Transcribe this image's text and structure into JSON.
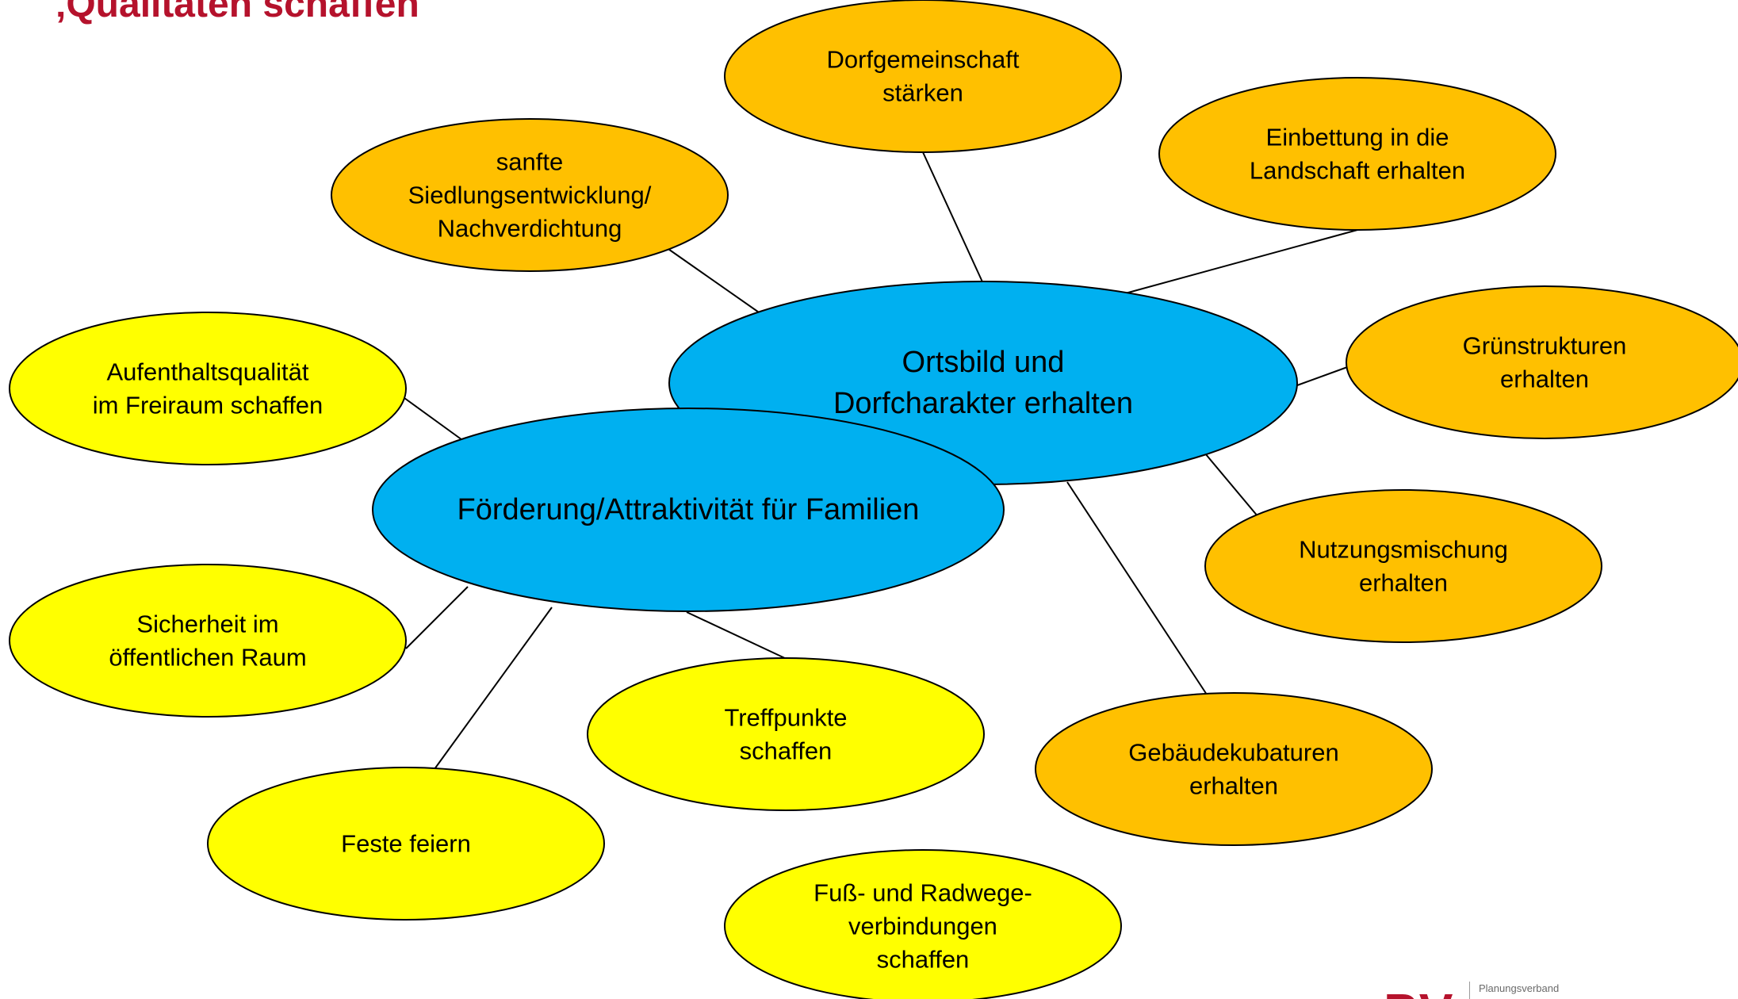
{
  "title": "‚Qualitäten schaffen",
  "colors": {
    "title": "#b5122c",
    "center_fill": "#00b0f0",
    "orange_fill": "#ffc000",
    "yellow_fill": "#ffff00",
    "outline": "#000000",
    "connector": "#000000"
  },
  "centers": [
    {
      "id": "ortsbild",
      "lines": [
        "Ortsbild und",
        "Dorfcharakter erhalten"
      ]
    },
    {
      "id": "familien",
      "lines": [
        "Förderung/Attraktivität für Familien"
      ]
    }
  ],
  "topics": [
    {
      "id": "dorfgemeinschaft",
      "group": "ortsbild",
      "color": "orange",
      "lines": [
        "Dorfgemeinschaft",
        "stärken"
      ]
    },
    {
      "id": "einbettung",
      "group": "ortsbild",
      "color": "orange",
      "lines": [
        "Einbettung in die",
        "Landschaft erhalten"
      ]
    },
    {
      "id": "siedlung",
      "group": "ortsbild",
      "color": "orange",
      "lines": [
        "sanfte",
        "Siedlungsentwicklung/",
        "Nachverdichtung"
      ]
    },
    {
      "id": "gruen",
      "group": "ortsbild",
      "color": "orange",
      "lines": [
        "Grünstrukturen",
        "erhalten"
      ]
    },
    {
      "id": "nutzung",
      "group": "ortsbild",
      "color": "orange",
      "lines": [
        "Nutzungsmischung",
        "erhalten"
      ]
    },
    {
      "id": "gebaeude",
      "group": "ortsbild",
      "color": "orange",
      "lines": [
        "Gebäudekubaturen",
        "erhalten"
      ]
    },
    {
      "id": "aufenthalt",
      "group": "familien",
      "color": "yellow",
      "lines": [
        "Aufenthaltsqualität",
        "im Freiraum schaffen"
      ]
    },
    {
      "id": "sicherheit",
      "group": "familien",
      "color": "yellow",
      "lines": [
        "Sicherheit im",
        "öffentlichen Raum"
      ]
    },
    {
      "id": "treffpunkte",
      "group": "familien",
      "color": "yellow",
      "lines": [
        "Treffpunkte",
        "schaffen"
      ]
    },
    {
      "id": "feste",
      "group": "familien",
      "color": "yellow",
      "lines": [
        "Feste feiern"
      ]
    },
    {
      "id": "fussrad",
      "group": "familien",
      "color": "yellow",
      "lines": [
        "Fuß- und Radwege-",
        "verbindungen",
        "schaffen"
      ]
    }
  ],
  "logo": {
    "mark": "PV",
    "text": "Planungsverband"
  }
}
